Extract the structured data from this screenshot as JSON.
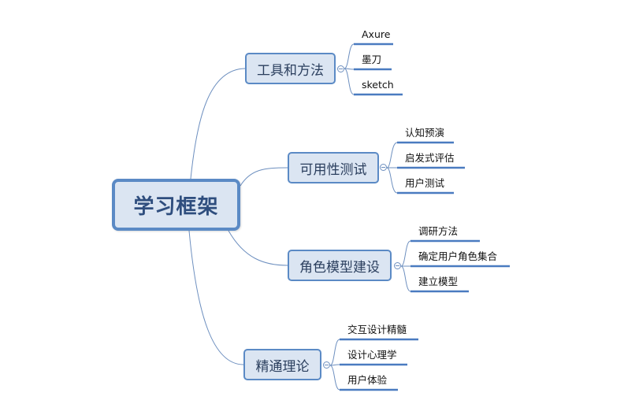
{
  "mindmap": {
    "root": {
      "label": "学习框架"
    },
    "branches": [
      {
        "label": "工具和方法",
        "leaves": [
          "Axure",
          "墨刀",
          "sketch"
        ]
      },
      {
        "label": "可用性测试",
        "leaves": [
          "认知预演",
          "启发式评估",
          "用户测试"
        ]
      },
      {
        "label": "角色模型建设",
        "leaves": [
          "调研方法",
          "确定用户角色集合",
          "建立模型"
        ]
      },
      {
        "label": "精通理论",
        "leaves": [
          "交互设计精髓",
          "设计心理学",
          "用户体验"
        ]
      }
    ]
  },
  "colors": {
    "node_fill": "#dbe5f2",
    "node_border": "#5b8ac5",
    "connector": "#6d8fbf",
    "leaf_underline": "#4a7bc0"
  }
}
